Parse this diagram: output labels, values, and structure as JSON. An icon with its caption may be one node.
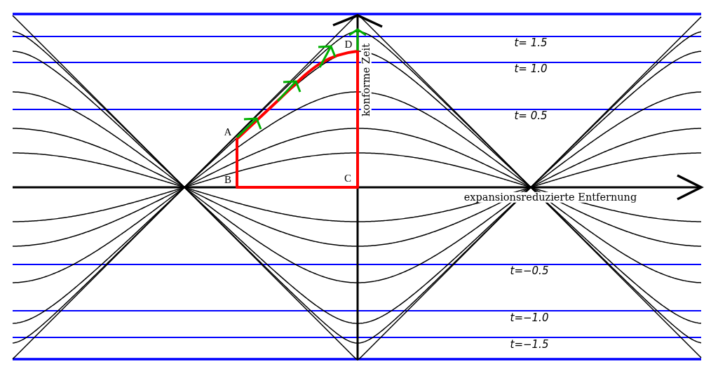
{
  "diagram": {
    "labels": [
      "konforme Zeit",
      "t= 1.5",
      "D",
      "t= 1.0",
      "t= 0.5",
      "A",
      "B",
      "C",
      "expansionsreduzierte Entfernung",
      "t=−0.5",
      "t=−1.0",
      "t=−1.5"
    ]
  }
}
